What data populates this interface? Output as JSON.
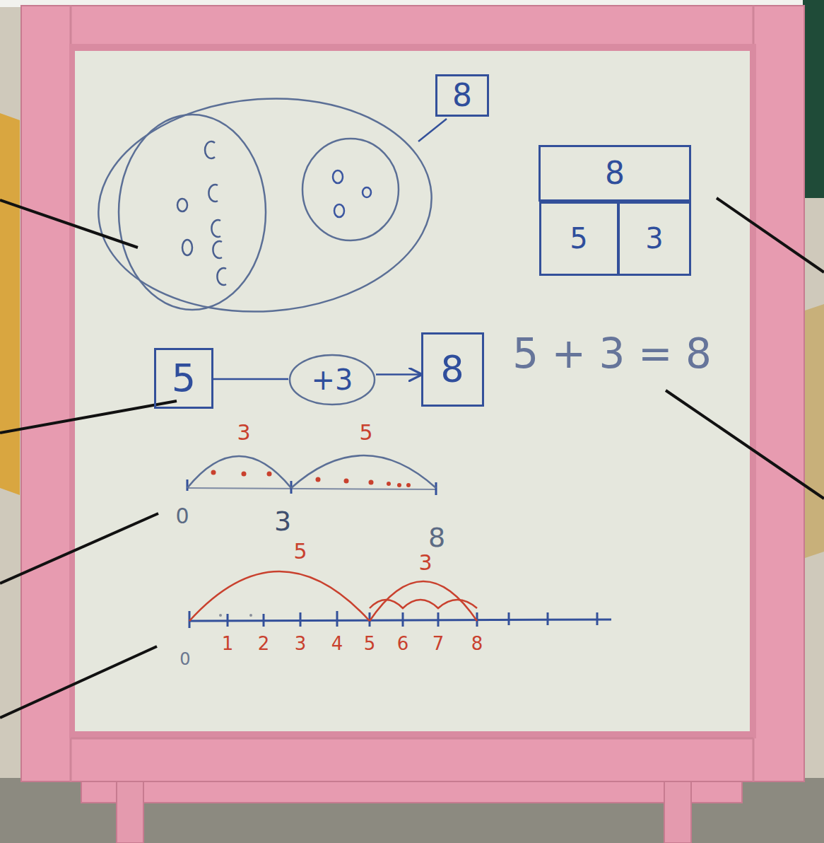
{
  "diagram": {
    "nodes": [
      {
        "text": [
          "8"
        ]
      },
      {
        "text": [
          "8"
        ]
      },
      {
        "text": [
          "5"
        ]
      },
      {
        "text": [
          "3"
        ]
      },
      {
        "text": [
          "5"
        ]
      },
      {
        "text": [
          "+3"
        ]
      },
      {
        "text": [
          "8"
        ]
      }
    ],
    "edges": [
      {
        "from": 4,
        "to": 5,
        "arrow": "none"
      },
      {
        "from": 5,
        "to": 6,
        "arrow": "to"
      }
    ],
    "labels": [
      "5 + 3 = 8",
      "3",
      "5",
      "0",
      "3",
      "8",
      "5",
      "3",
      "1",
      "2",
      "3",
      "4",
      "5",
      "6",
      "7",
      "8",
      "0"
    ]
  }
}
